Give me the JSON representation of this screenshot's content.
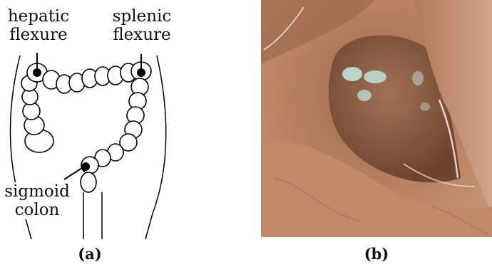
{
  "panel_a": {
    "labels": {
      "hepatic_line1": "hepatic",
      "hepatic_line2": "flexure",
      "splenic_line1": "splenic",
      "splenic_line2": "flexure",
      "sigmoid_line1": "sigmoid",
      "sigmoid_line2": "colon"
    },
    "caption": "(a)"
  },
  "panel_b": {
    "caption": "(b)"
  },
  "colors": {
    "tissue": "#b98363",
    "tissue_dark": "#6b3f28",
    "highlight": "#bfe3dc",
    "stroke": "#000000"
  }
}
